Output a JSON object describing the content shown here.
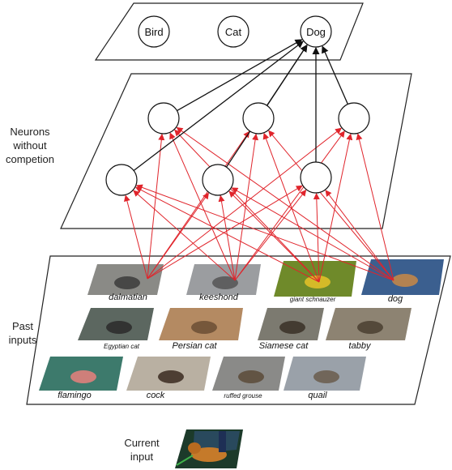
{
  "output_layer": {
    "classes": [
      {
        "id": "bird",
        "label": "Bird"
      },
      {
        "id": "cat",
        "label": "Cat"
      },
      {
        "id": "dog",
        "label": "Dog"
      }
    ]
  },
  "hidden_layer": {
    "label": "Neurons\nwithout\ncompetion"
  },
  "input_layer": {
    "label": "Past\ninputs",
    "images": [
      {
        "id": "dalmatian",
        "caption": "dalmatian"
      },
      {
        "id": "keeshond",
        "caption": "keeshond"
      },
      {
        "id": "giant-schnauzer",
        "caption": "giant schnauzer"
      },
      {
        "id": "dog",
        "caption": "dog"
      },
      {
        "id": "egyptian-cat",
        "caption": "Egyptian cat"
      },
      {
        "id": "persian-cat",
        "caption": "Persian cat"
      },
      {
        "id": "siamese-cat",
        "caption": "Siamese cat"
      },
      {
        "id": "tabby",
        "caption": "tabby"
      },
      {
        "id": "flamingo",
        "caption": "flamingo"
      },
      {
        "id": "cock",
        "caption": "cock"
      },
      {
        "id": "ruffed-grouse",
        "caption": "ruffed grouse"
      },
      {
        "id": "quail",
        "caption": "quail"
      }
    ]
  },
  "current_input": {
    "label": "Current\ninput"
  },
  "colors": {
    "connection": "#e0242b",
    "arrow_black": "#111111",
    "frame": "#222222"
  }
}
